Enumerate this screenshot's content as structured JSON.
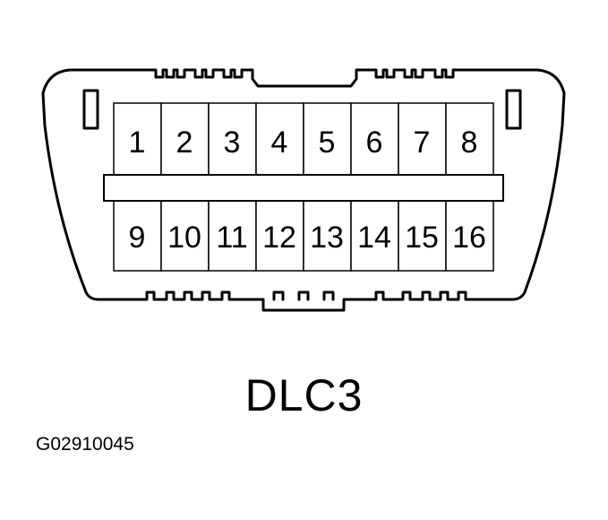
{
  "connector": {
    "title": "DLC3",
    "figure_code": "G02910045",
    "pins_top": [
      "1",
      "2",
      "3",
      "4",
      "5",
      "6",
      "7",
      "8"
    ],
    "pins_bottom": [
      "9",
      "10",
      "11",
      "12",
      "13",
      "14",
      "15",
      "16"
    ]
  }
}
